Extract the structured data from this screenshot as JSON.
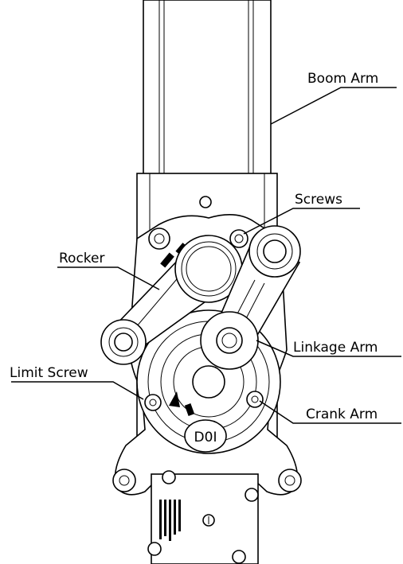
{
  "labels": {
    "boom_arm": "Boom Arm",
    "screws": "Screws",
    "rocker": "Rocker",
    "linkage_arm": "Linkage Arm",
    "limit_screw": "Limit Screw",
    "crank_arm": "Crank Arm"
  },
  "badge_text": "D0I"
}
